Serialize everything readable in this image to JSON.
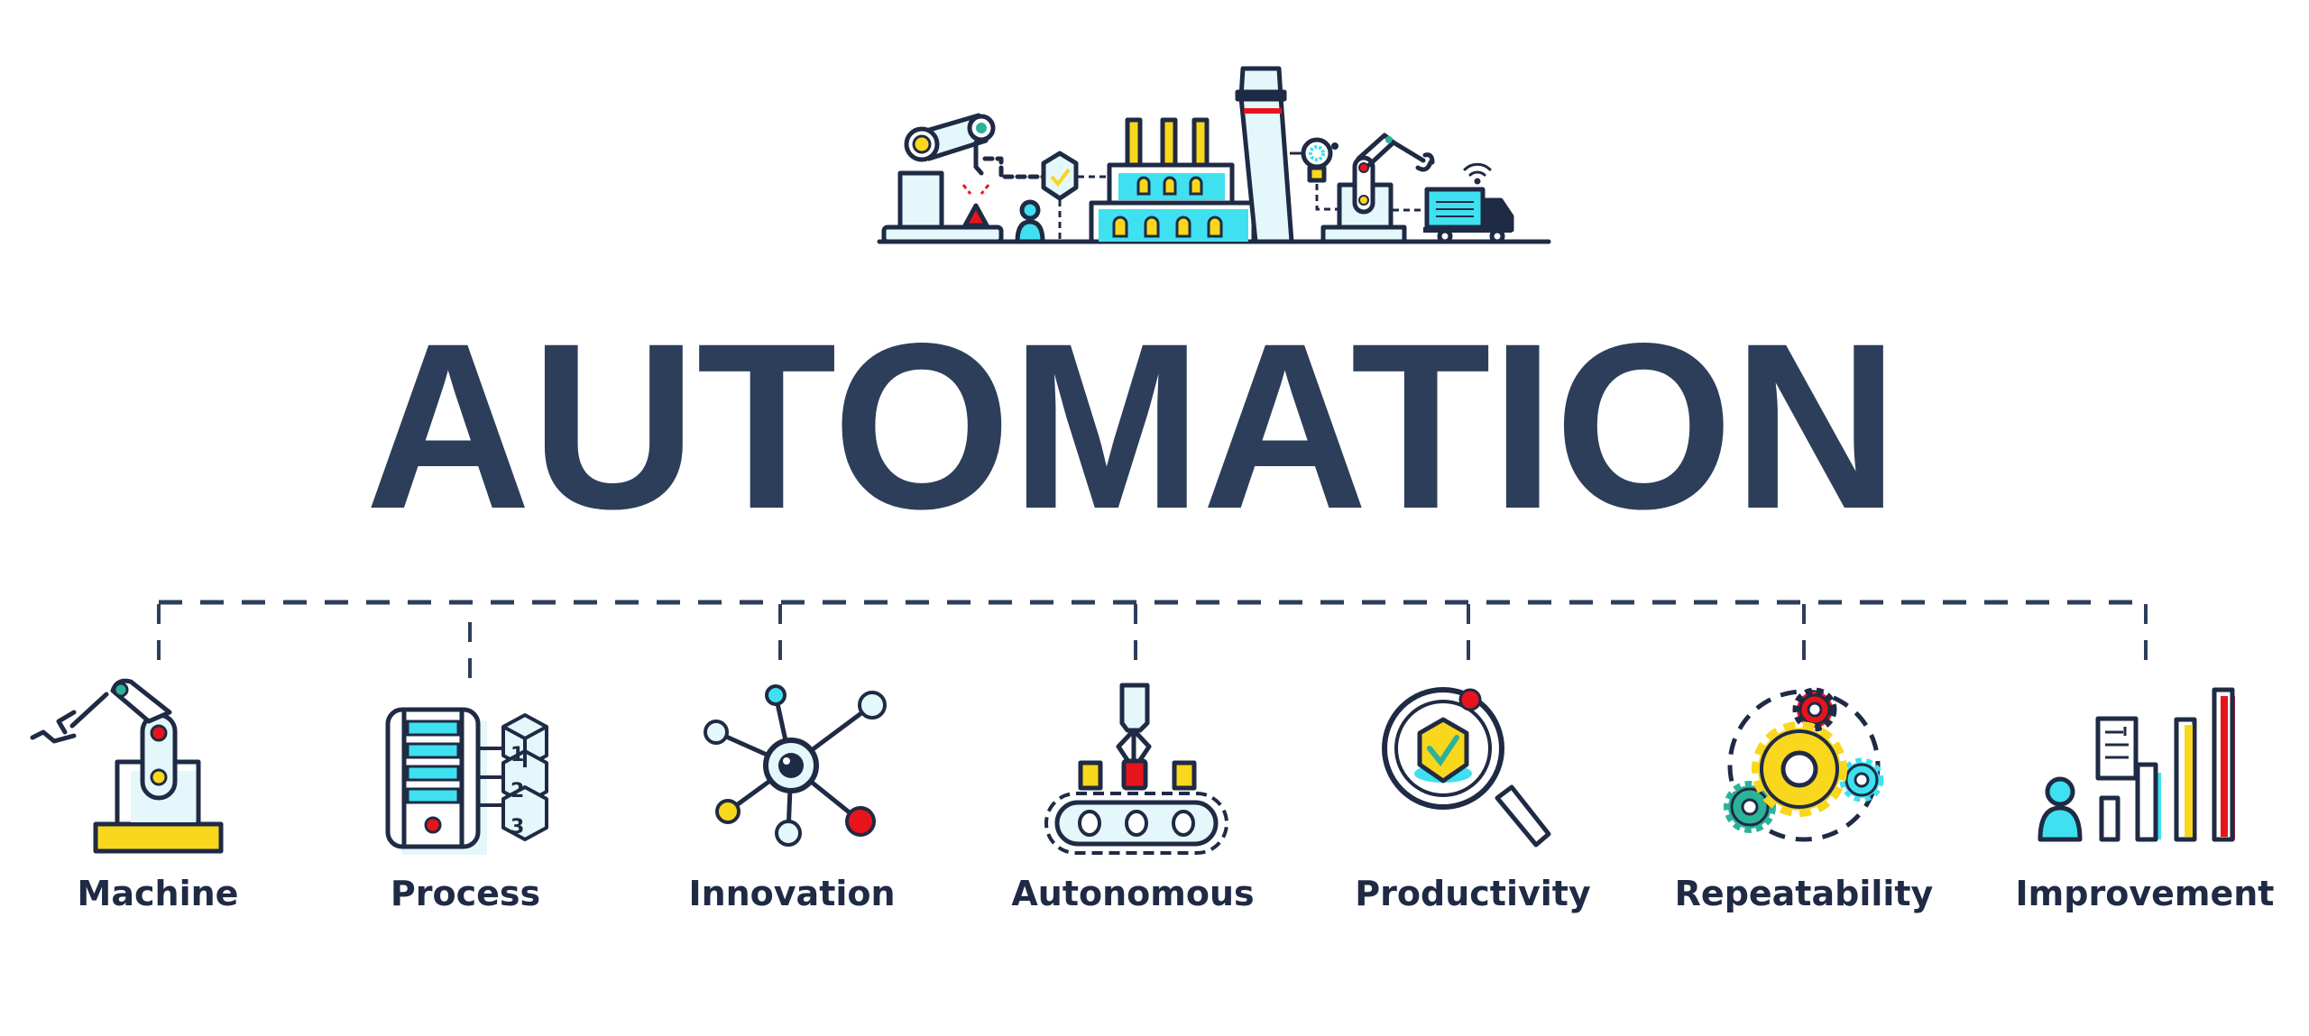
{
  "title": "AUTOMATION",
  "topics": [
    {
      "label": "Machine",
      "icon": "robot-arm-icon"
    },
    {
      "label": "Process",
      "icon": "process-server-icon"
    },
    {
      "label": "Innovation",
      "icon": "network-nodes-icon"
    },
    {
      "label": "Autonomous",
      "icon": "conveyor-gripper-icon"
    },
    {
      "label": "Productivity",
      "icon": "magnifier-check-icon"
    },
    {
      "label": "Repeatability",
      "icon": "gears-cycle-icon"
    },
    {
      "label": "Improvement",
      "icon": "growth-bars-icon"
    }
  ],
  "colors": {
    "navy": "#2d3e5b",
    "outline": "#1f2a44",
    "cyan": "#3fe0f0",
    "light_blue": "#e4f7fb",
    "yellow": "#f9d71c",
    "red": "#e8141c",
    "teal": "#2bb39a"
  }
}
